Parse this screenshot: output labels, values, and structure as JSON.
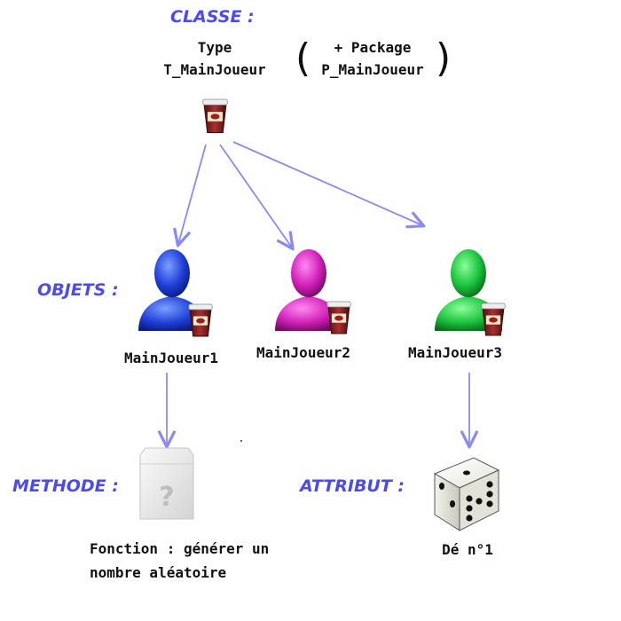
{
  "labels": {
    "classe": "CLASSE :",
    "objets": "OBJETS :",
    "methode": "METHODE :",
    "attribut": "ATTRIBUT :"
  },
  "classe": {
    "type_line1": "Type",
    "type_line2": "T_MainJoueur",
    "package_line1": "+ Package",
    "package_line2": "P_MainJoueur"
  },
  "objets": [
    {
      "name": "MainJoueur1",
      "color": "#1f3fd8"
    },
    {
      "name": "MainJoueur2",
      "color": "#d01fb8"
    },
    {
      "name": "MainJoueur3",
      "color": "#19c23c"
    }
  ],
  "methode": {
    "line1": "Fonction : générer un",
    "line2": "nombre aléatoire"
  },
  "attribut": {
    "name": "Dé n°1"
  },
  "colors": {
    "label_blue": "#4b4bf0",
    "arrow": "#8a8af2"
  },
  "icons": {
    "class_icon": "coffee-cup-icon",
    "object_icon": "user-with-cup-icon",
    "method_icon": "question-box-icon",
    "attribute_icon": "dice-icon"
  }
}
